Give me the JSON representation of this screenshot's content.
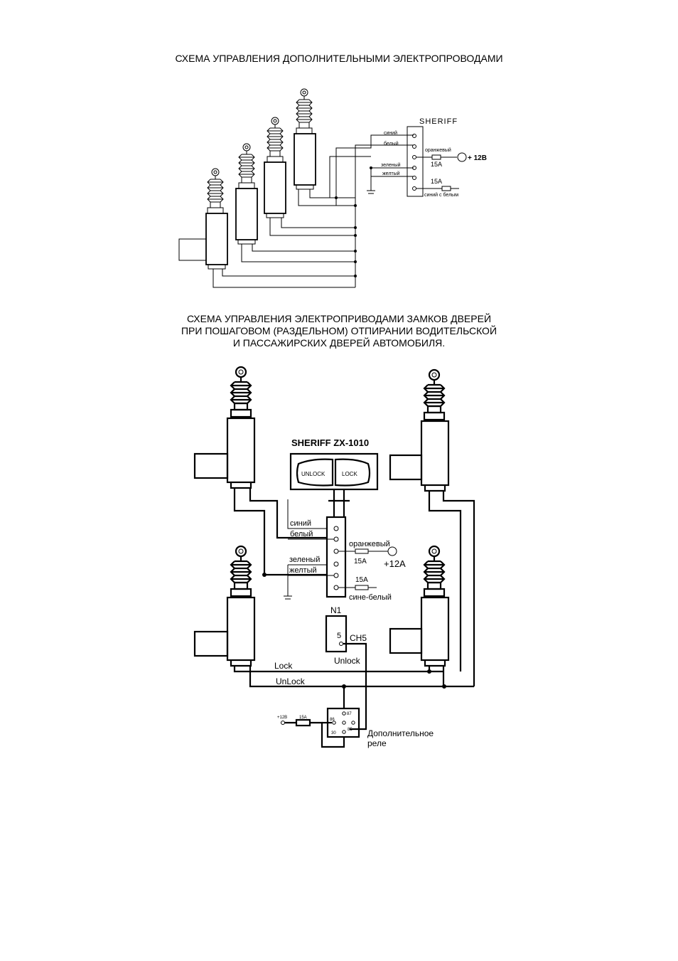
{
  "diagram1": {
    "title": "СХЕМА УПРАВЛЕНИЯ ДОПОЛНИТЕЛЬНЫМИ ЭЛЕКТРОПРОВОДАМИ",
    "brand": "SHERIFF",
    "wires": {
      "blue": "синий",
      "white": "белый",
      "orange": "оранжевый",
      "green": "зеленый",
      "yellow": "желтый",
      "blue_white": "синий с белым"
    },
    "fuse1": "15A",
    "fuse2": "15A",
    "power": "+ 12В"
  },
  "diagram2": {
    "title": "СХЕМА УПРАВЛЕНИЯ ЭЛЕКТРОПРИВОДАМИ ЗАМКОВ ДВЕРЕЙ\nПРИ ПОШАГОВОМ (РАЗДЕЛЬНОМ) ОТПИРАНИИ ВОДИТЕЛЬСКОЙ\nИ ПАССАЖИРСКИХ ДВЕРЕЙ АВТОМОБИЛЯ.",
    "brand": "SHERIFF ZX-1010",
    "unlock_button": "UNLOCK",
    "lock_button": "LOCK",
    "wires": {
      "blue": "синий",
      "white": "белый",
      "orange": "оранжевый",
      "green": "зеленый",
      "yellow": "желтый",
      "blue_white": "сине-белый"
    },
    "fuse1": "15A",
    "fuse2": "15A",
    "power": "+12A",
    "n1_label": "N1",
    "n1_pin": "5",
    "ch5": "CH5",
    "unlock_wire": "Unlock",
    "lock_bus": "Lock",
    "unlock_bus": "UnLock",
    "relay": {
      "power": "+12В",
      "fuse": "15A",
      "pin87": "87",
      "pin86": "86",
      "pin85": "85",
      "pin30": "30",
      "label": "Дополнительное\nреле"
    }
  }
}
